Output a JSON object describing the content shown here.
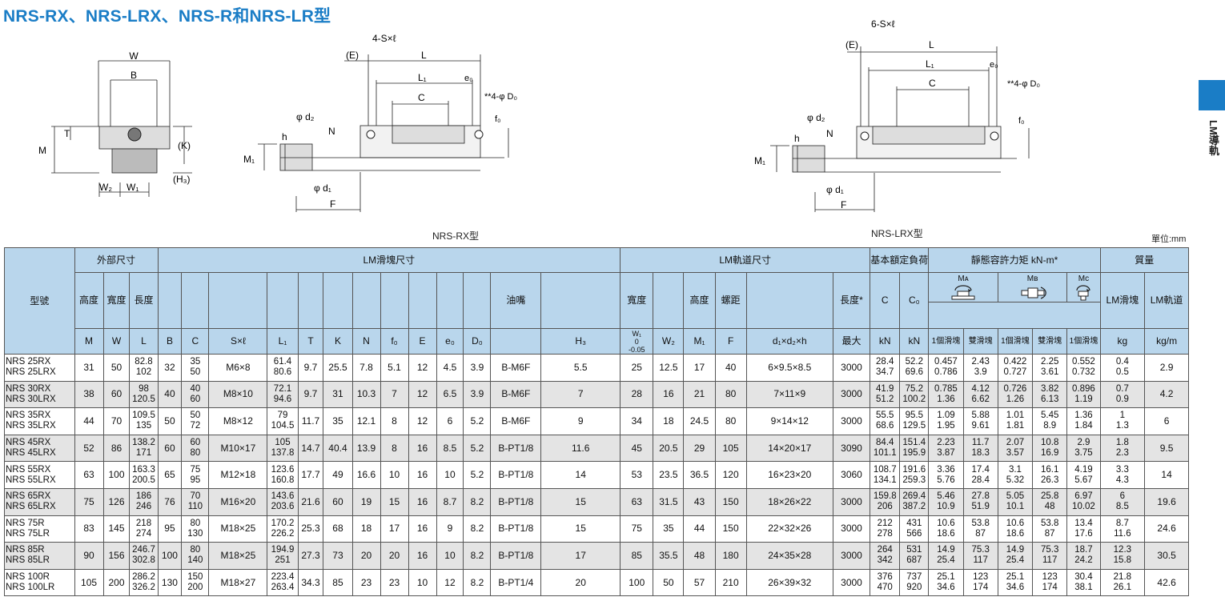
{
  "title": "NRS-RX、NRS-LRX、NRS-R和NRS-LR型",
  "side_label": "LM導軌",
  "unit_label": "單位:mm",
  "figures": {
    "front": {
      "labels": {
        "W": "W",
        "B": "B",
        "T": "T",
        "M": "M",
        "K": "(K)",
        "H3": "(H₃)",
        "W2": "W₂",
        "W1": "W₁"
      }
    },
    "rx": {
      "caption": "NRS-RX型",
      "labels": {
        "holes": "4-S×ℓ",
        "E": "(E)",
        "L": "L",
        "L1": "L₁",
        "C": "C",
        "e0": "e₀",
        "D0": "**4-φ D₀",
        "f0": "f₀",
        "d2": "φ d₂",
        "N": "N",
        "h": "h",
        "M1": "M₁",
        "d1": "φ d₁",
        "F": "F"
      }
    },
    "lrx": {
      "caption": "NRS-LRX型",
      "labels": {
        "holes": "6-S×ℓ",
        "E": "(E)",
        "L": "L",
        "L1": "L₁",
        "C": "C",
        "e0": "e₀",
        "D0": "**4-φ D₀",
        "f0": "f₀",
        "d2": "φ d₂",
        "N": "N",
        "h": "h",
        "M1": "M₁",
        "d1": "φ d₁",
        "F": "F"
      }
    }
  },
  "table": {
    "groups": {
      "model": "型號",
      "outer": "外部尺寸",
      "block": "LM滑塊尺寸",
      "rail": "LM軌道尺寸",
      "rating": "基本額定負荷",
      "moment": "靜態容許力矩 kN-m*",
      "mass": "質量"
    },
    "sub": {
      "height": "高度",
      "width": "寬度",
      "length": "長度",
      "grease": "油嘴",
      "rail_width": "寬度",
      "rail_height": "高度",
      "pitch": "螺距",
      "length_max": "長度*",
      "C": "C",
      "C0": "C₀",
      "MA": "Mᴀ",
      "MB": "Mʙ",
      "MC": "Mᴄ",
      "mass_block": "LM滑塊",
      "mass_rail": "LM軌道"
    },
    "symbols": {
      "M": "M",
      "W": "W",
      "L": "L",
      "B": "B",
      "C": "C",
      "Sxl": "S×ℓ",
      "L1": "L₁",
      "T": "T",
      "K": "K",
      "N": "N",
      "f0": "f₀",
      "E": "E",
      "e0": "e₀",
      "D0": "D₀",
      "H3": "H₃",
      "W1a": "W₁",
      "W1b": "0",
      "W1c": "-0.05",
      "W2": "W₂",
      "M1": "M₁",
      "F": "F",
      "d": "d₁×d₂×h",
      "max": "最大",
      "kN1": "kN",
      "kN2": "kN",
      "one1": "1個滑塊",
      "two1": "雙滑塊",
      "one2": "1個滑塊",
      "two2": "雙滑塊",
      "one3": "1個滑塊",
      "kg": "kg",
      "kgm": "kg/m"
    },
    "rows": [
      {
        "model": [
          "NRS 25RX",
          "NRS 25LRX"
        ],
        "M": "31",
        "W": "50",
        "L": [
          "82.8",
          "102"
        ],
        "B": "32",
        "C": [
          "35",
          "50"
        ],
        "S": "M6×8",
        "L1": [
          "61.4",
          "80.6"
        ],
        "T": "9.7",
        "K": "25.5",
        "N": "7.8",
        "f0": "5.1",
        "E": "12",
        "e0": "4.5",
        "D0": "3.9",
        "grease": "B-M6F",
        "H3": "5.5",
        "W1": "25",
        "W2": "12.5",
        "M1": "17",
        "F": "40",
        "d": "6×9.5×8.5",
        "Lmax": "3000",
        "Cr": [
          "28.4",
          "34.7"
        ],
        "C0": [
          "52.2",
          "69.6"
        ],
        "MA1": [
          "0.457",
          "0.786"
        ],
        "MA2": [
          "2.43",
          "3.9"
        ],
        "MB1": [
          "0.422",
          "0.727"
        ],
        "MB2": [
          "2.25",
          "3.61"
        ],
        "MC1": [
          "0.552",
          "0.732"
        ],
        "kg": [
          "0.4",
          "0.5"
        ],
        "kgm": "2.9"
      },
      {
        "model": [
          "NRS 30RX",
          "NRS 30LRX"
        ],
        "M": "38",
        "W": "60",
        "L": [
          "98",
          "120.5"
        ],
        "B": "40",
        "C": [
          "40",
          "60"
        ],
        "S": "M8×10",
        "L1": [
          "72.1",
          "94.6"
        ],
        "T": "9.7",
        "K": "31",
        "N": "10.3",
        "f0": "7",
        "E": "12",
        "e0": "6.5",
        "D0": "3.9",
        "grease": "B-M6F",
        "H3": "7",
        "W1": "28",
        "W2": "16",
        "M1": "21",
        "F": "80",
        "d": "7×11×9",
        "Lmax": "3000",
        "Cr": [
          "41.9",
          "51.2"
        ],
        "C0": [
          "75.2",
          "100.2"
        ],
        "MA1": [
          "0.785",
          "1.36"
        ],
        "MA2": [
          "4.12",
          "6.62"
        ],
        "MB1": [
          "0.726",
          "1.26"
        ],
        "MB2": [
          "3.82",
          "6.13"
        ],
        "MC1": [
          "0.896",
          "1.19"
        ],
        "kg": [
          "0.7",
          "0.9"
        ],
        "kgm": "4.2"
      },
      {
        "model": [
          "NRS 35RX",
          "NRS 35LRX"
        ],
        "M": "44",
        "W": "70",
        "L": [
          "109.5",
          "135"
        ],
        "B": "50",
        "C": [
          "50",
          "72"
        ],
        "S": "M8×12",
        "L1": [
          "79",
          "104.5"
        ],
        "T": "11.7",
        "K": "35",
        "N": "12.1",
        "f0": "8",
        "E": "12",
        "e0": "6",
        "D0": "5.2",
        "grease": "B-M6F",
        "H3": "9",
        "W1": "34",
        "W2": "18",
        "M1": "24.5",
        "F": "80",
        "d": "9×14×12",
        "Lmax": "3000",
        "Cr": [
          "55.5",
          "68.6"
        ],
        "C0": [
          "95.5",
          "129.5"
        ],
        "MA1": [
          "1.09",
          "1.95"
        ],
        "MA2": [
          "5.88",
          "9.61"
        ],
        "MB1": [
          "1.01",
          "1.81"
        ],
        "MB2": [
          "5.45",
          "8.9"
        ],
        "MC1": [
          "1.36",
          "1.84"
        ],
        "kg": [
          "1",
          "1.3"
        ],
        "kgm": "6"
      },
      {
        "model": [
          "NRS 45RX",
          "NRS 45LRX"
        ],
        "M": "52",
        "W": "86",
        "L": [
          "138.2",
          "171"
        ],
        "B": "60",
        "C": [
          "60",
          "80"
        ],
        "S": "M10×17",
        "L1": [
          "105",
          "137.8"
        ],
        "T": "14.7",
        "K": "40.4",
        "N": "13.9",
        "f0": "8",
        "E": "16",
        "e0": "8.5",
        "D0": "5.2",
        "grease": "B-PT1/8",
        "H3": "11.6",
        "W1": "45",
        "W2": "20.5",
        "M1": "29",
        "F": "105",
        "d": "14×20×17",
        "Lmax": "3090",
        "Cr": [
          "84.4",
          "101.1"
        ],
        "C0": [
          "151.4",
          "195.9"
        ],
        "MA1": [
          "2.23",
          "3.87"
        ],
        "MA2": [
          "11.7",
          "18.3"
        ],
        "MB1": [
          "2.07",
          "3.57"
        ],
        "MB2": [
          "10.8",
          "16.9"
        ],
        "MC1": [
          "2.9",
          "3.75"
        ],
        "kg": [
          "1.8",
          "2.3"
        ],
        "kgm": "9.5"
      },
      {
        "model": [
          "NRS 55RX",
          "NRS 55LRX"
        ],
        "M": "63",
        "W": "100",
        "L": [
          "163.3",
          "200.5"
        ],
        "B": "65",
        "C": [
          "75",
          "95"
        ],
        "S": "M12×18",
        "L1": [
          "123.6",
          "160.8"
        ],
        "T": "17.7",
        "K": "49",
        "N": "16.6",
        "f0": "10",
        "E": "16",
        "e0": "10",
        "D0": "5.2",
        "grease": "B-PT1/8",
        "H3": "14",
        "W1": "53",
        "W2": "23.5",
        "M1": "36.5",
        "F": "120",
        "d": "16×23×20",
        "Lmax": "3060",
        "Cr": [
          "108.7",
          "134.1"
        ],
        "C0": [
          "191.6",
          "259.3"
        ],
        "MA1": [
          "3.36",
          "5.76"
        ],
        "MA2": [
          "17.4",
          "28.4"
        ],
        "MB1": [
          "3.1",
          "5.32"
        ],
        "MB2": [
          "16.1",
          "26.3"
        ],
        "MC1": [
          "4.19",
          "5.67"
        ],
        "kg": [
          "3.3",
          "4.3"
        ],
        "kgm": "14"
      },
      {
        "model": [
          "NRS 65RX",
          "NRS 65LRX"
        ],
        "M": "75",
        "W": "126",
        "L": [
          "186",
          "246"
        ],
        "B": "76",
        "C": [
          "70",
          "110"
        ],
        "S": "M16×20",
        "L1": [
          "143.6",
          "203.6"
        ],
        "T": "21.6",
        "K": "60",
        "N": "19",
        "f0": "15",
        "E": "16",
        "e0": "8.7",
        "D0": "8.2",
        "grease": "B-PT1/8",
        "H3": "15",
        "W1": "63",
        "W2": "31.5",
        "M1": "43",
        "F": "150",
        "d": "18×26×22",
        "Lmax": "3000",
        "Cr": [
          "159.8",
          "206"
        ],
        "C0": [
          "269.4",
          "387.2"
        ],
        "MA1": [
          "5.46",
          "10.9"
        ],
        "MA2": [
          "27.8",
          "51.9"
        ],
        "MB1": [
          "5.05",
          "10.1"
        ],
        "MB2": [
          "25.8",
          "48"
        ],
        "MC1": [
          "6.97",
          "10.02"
        ],
        "kg": [
          "6",
          "8.5"
        ],
        "kgm": "19.6"
      },
      {
        "model": [
          "NRS 75R",
          "NRS 75LR"
        ],
        "M": "83",
        "W": "145",
        "L": [
          "218",
          "274"
        ],
        "B": "95",
        "C": [
          "80",
          "130"
        ],
        "S": "M18×25",
        "L1": [
          "170.2",
          "226.2"
        ],
        "T": "25.3",
        "K": "68",
        "N": "18",
        "f0": "17",
        "E": "16",
        "e0": "9",
        "D0": "8.2",
        "grease": "B-PT1/8",
        "H3": "15",
        "W1": "75",
        "W2": "35",
        "M1": "44",
        "F": "150",
        "d": "22×32×26",
        "Lmax": "3000",
        "Cr": [
          "212",
          "278"
        ],
        "C0": [
          "431",
          "566"
        ],
        "MA1": [
          "10.6",
          "18.6"
        ],
        "MA2": [
          "53.8",
          "87"
        ],
        "MB1": [
          "10.6",
          "18.6"
        ],
        "MB2": [
          "53.8",
          "87"
        ],
        "MC1": [
          "13.4",
          "17.6"
        ],
        "kg": [
          "8.7",
          "11.6"
        ],
        "kgm": "24.6"
      },
      {
        "model": [
          "NRS 85R",
          "NRS 85LR"
        ],
        "M": "90",
        "W": "156",
        "L": [
          "246.7",
          "302.8"
        ],
        "B": "100",
        "C": [
          "80",
          "140"
        ],
        "S": "M18×25",
        "L1": [
          "194.9",
          "251"
        ],
        "T": "27.3",
        "K": "73",
        "N": "20",
        "f0": "20",
        "E": "16",
        "e0": "10",
        "D0": "8.2",
        "grease": "B-PT1/8",
        "H3": "17",
        "W1": "85",
        "W2": "35.5",
        "M1": "48",
        "F": "180",
        "d": "24×35×28",
        "Lmax": "3000",
        "Cr": [
          "264",
          "342"
        ],
        "C0": [
          "531",
          "687"
        ],
        "MA1": [
          "14.9",
          "25.4"
        ],
        "MA2": [
          "75.3",
          "117"
        ],
        "MB1": [
          "14.9",
          "25.4"
        ],
        "MB2": [
          "75.3",
          "117"
        ],
        "MC1": [
          "18.7",
          "24.2"
        ],
        "kg": [
          "12.3",
          "15.8"
        ],
        "kgm": "30.5"
      },
      {
        "model": [
          "NRS 100R",
          "NRS 100LR"
        ],
        "M": "105",
        "W": "200",
        "L": [
          "286.2",
          "326.2"
        ],
        "B": "130",
        "C": [
          "150",
          "200"
        ],
        "S": "M18×27",
        "L1": [
          "223.4",
          "263.4"
        ],
        "T": "34.3",
        "K": "85",
        "N": "23",
        "f0": "23",
        "E": "10",
        "e0": "12",
        "D0": "8.2",
        "grease": "B-PT1/4",
        "H3": "20",
        "W1": "100",
        "W2": "50",
        "M1": "57",
        "F": "210",
        "d": "26×39×32",
        "Lmax": "3000",
        "Cr": [
          "376",
          "470"
        ],
        "C0": [
          "737",
          "920"
        ],
        "MA1": [
          "25.1",
          "34.6"
        ],
        "MA2": [
          "123",
          "174"
        ],
        "MB1": [
          "25.1",
          "34.6"
        ],
        "MB2": [
          "123",
          "174"
        ],
        "MC1": [
          "30.4",
          "38.1"
        ],
        "kg": [
          "21.8",
          "26.1"
        ],
        "kgm": "42.6"
      }
    ]
  }
}
